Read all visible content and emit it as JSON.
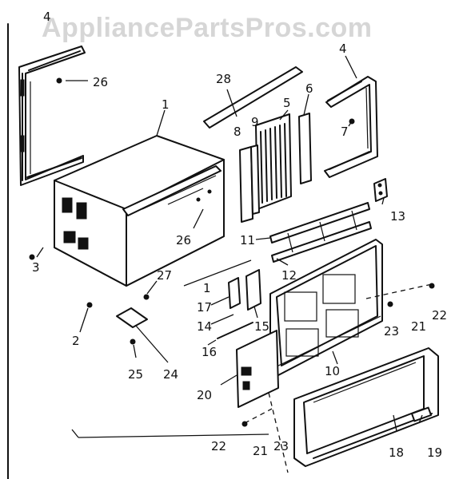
{
  "watermark": "AppliancePartsPros.com",
  "callouts": {
    "c4a": "4",
    "c26a": "26",
    "c1a": "1",
    "c28": "28",
    "c5": "5",
    "c6": "6",
    "c4b": "4",
    "c8": "8",
    "c9": "9",
    "c7": "7",
    "c13": "13",
    "c26b": "26",
    "c11": "11",
    "c12": "12",
    "c3": "3",
    "c27": "27",
    "c1b": "1",
    "c17": "17",
    "c14": "14",
    "c15": "15",
    "c2": "2",
    "c22a": "22",
    "c23a": "23",
    "c21a": "21",
    "c25": "25",
    "c24": "24",
    "c16": "16",
    "c10": "10",
    "c20": "20",
    "c22b": "22",
    "c21b": "21",
    "c23b": "23",
    "c18": "18",
    "c19": "19"
  }
}
